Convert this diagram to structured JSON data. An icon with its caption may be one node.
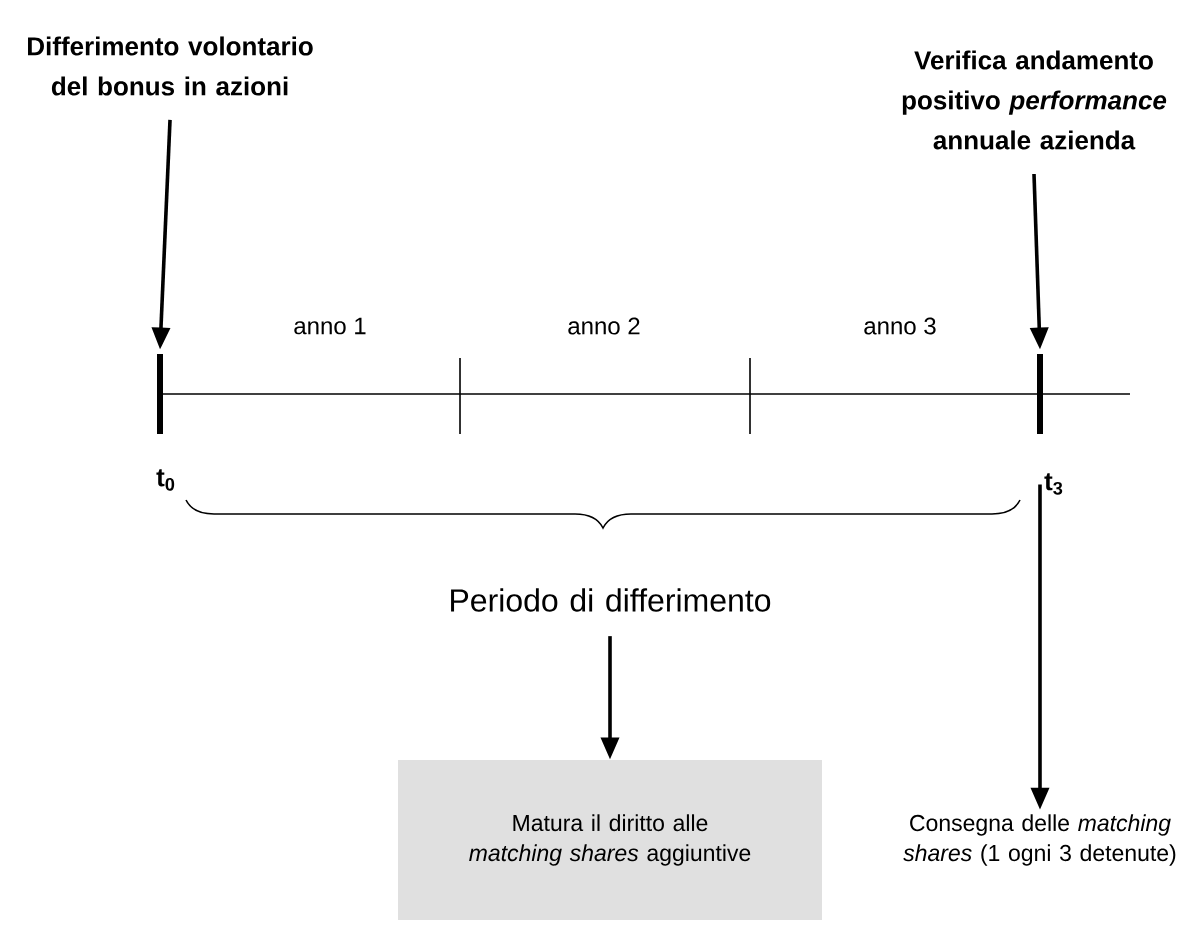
{
  "diagram": {
    "nodes": [
      {
        "text": [
          "Differimento volontario del bonus in azioni"
        ]
      },
      {
        "text": [
          "Verifica andamento positivo *performance* annuale azienda"
        ]
      },
      {
        "text": [],
        "shape": "bar",
        "beside": [
          "t$_{0}$"
        ]
      },
      {
        "text": [],
        "shape": "bar",
        "beside": [
          "t$_{3}$"
        ]
      },
      {
        "text": [
          "Periodo di differimento"
        ]
      },
      {
        "text": [
          "Matura il diritto alle *matching shares* aggiuntive"
        ]
      },
      {
        "text": [
          "Consegna delle *matching shares* (1 ogni 3 detenute)"
        ]
      }
    ],
    "edges": [
      {
        "from": 0,
        "to": 2,
        "arrow": "to"
      },
      {
        "from": 1,
        "to": 3,
        "arrow": "to"
      },
      {
        "from": 4,
        "to": 5,
        "arrow": "to"
      },
      {
        "from": 3,
        "to": 6,
        "arrow": "to"
      }
    ],
    "labels": [
      "anno 1",
      "anno 2",
      "anno 3"
    ]
  }
}
